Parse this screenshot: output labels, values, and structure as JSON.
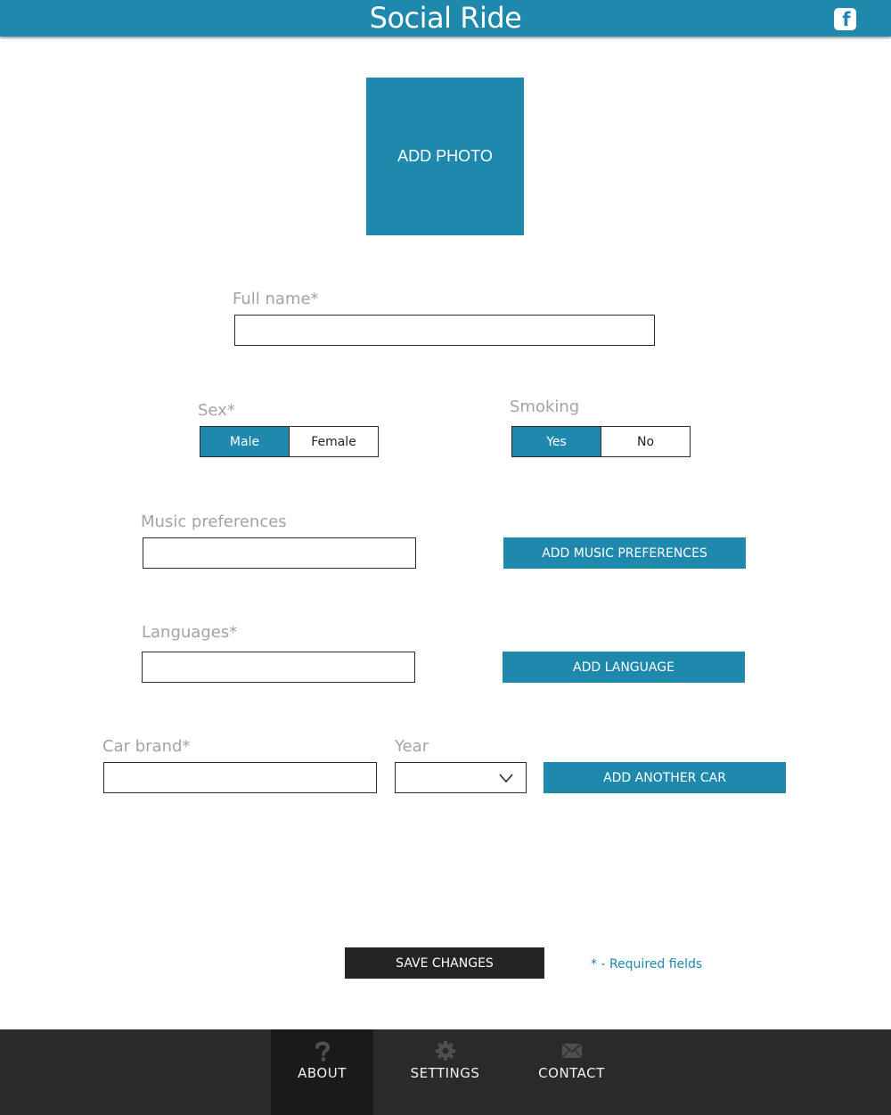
{
  "header": {
    "title": "Social Ride",
    "social_icon": "facebook-icon"
  },
  "photo": {
    "label": "ADD PHOTO"
  },
  "form": {
    "full_name": {
      "label": "Full name*",
      "value": ""
    },
    "sex": {
      "label": "Sex*",
      "options": [
        "Male",
        "Female"
      ],
      "selected": "Male"
    },
    "smoking": {
      "label": "Smoking",
      "options": [
        "Yes",
        "No"
      ],
      "selected": "Yes"
    },
    "music": {
      "label": "Music preferences",
      "value": "",
      "button": "ADD MUSIC PREFERENCES"
    },
    "languages": {
      "label": "Languages*",
      "value": "",
      "button": "ADD LANGUAGE"
    },
    "car_brand": {
      "label": "Car brand*",
      "value": ""
    },
    "year": {
      "label": "Year",
      "value": ""
    },
    "add_car_button": "ADD ANOTHER CAR",
    "save_button": "SAVE CHANGES",
    "required_note": "* - Required fields"
  },
  "footer": {
    "items": [
      {
        "label": "ABOUT",
        "icon": "question-icon",
        "active": true
      },
      {
        "label": "SETTINGS",
        "icon": "gear-icon",
        "active": false
      },
      {
        "label": "CONTACT",
        "icon": "envelope-icon",
        "active": false
      }
    ]
  },
  "colors": {
    "accent": "#1e88ad",
    "dark": "#242424",
    "footer": "#2a2a2a",
    "label": "#a3a3a3"
  }
}
